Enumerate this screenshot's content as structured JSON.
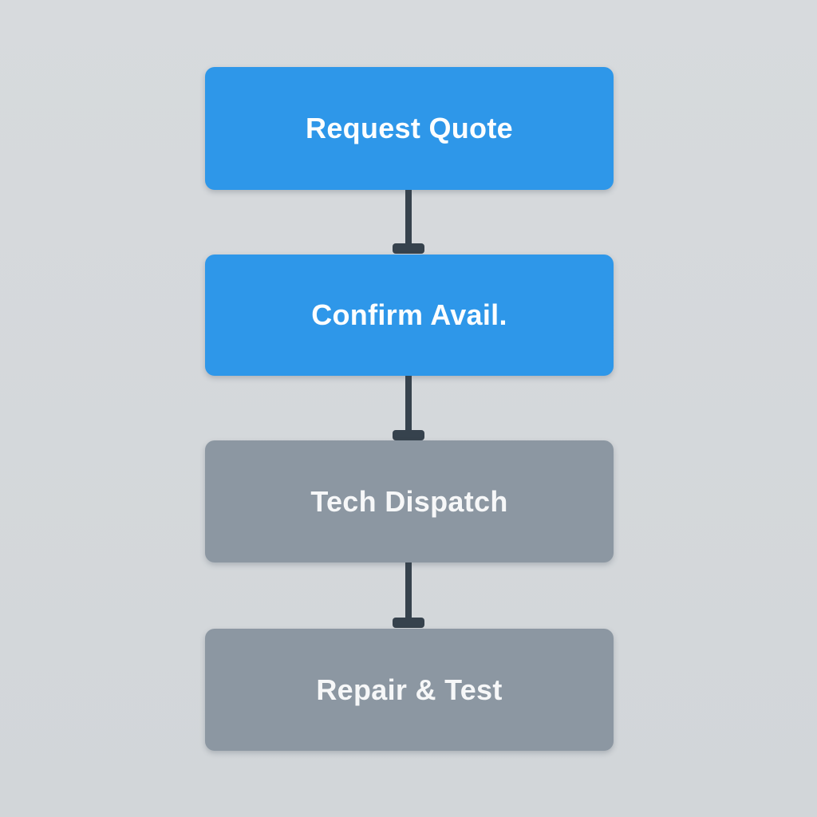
{
  "diagram": {
    "type": "flowchart",
    "direction": "vertical",
    "colors": {
      "active_fill": "#2e97e9",
      "pending_fill": "#8c97a2",
      "connector": "#36424d",
      "step_text": "#fdfefe",
      "background": "#d7dadd",
      "background_2": "#d2d6d9"
    },
    "steps": [
      {
        "label": "Request Quote",
        "state": "active"
      },
      {
        "label": "Confirm Avail.",
        "state": "active"
      },
      {
        "label": "Tech Dispatch",
        "state": "pending"
      },
      {
        "label": "Repair & Test",
        "state": "pending"
      }
    ]
  }
}
